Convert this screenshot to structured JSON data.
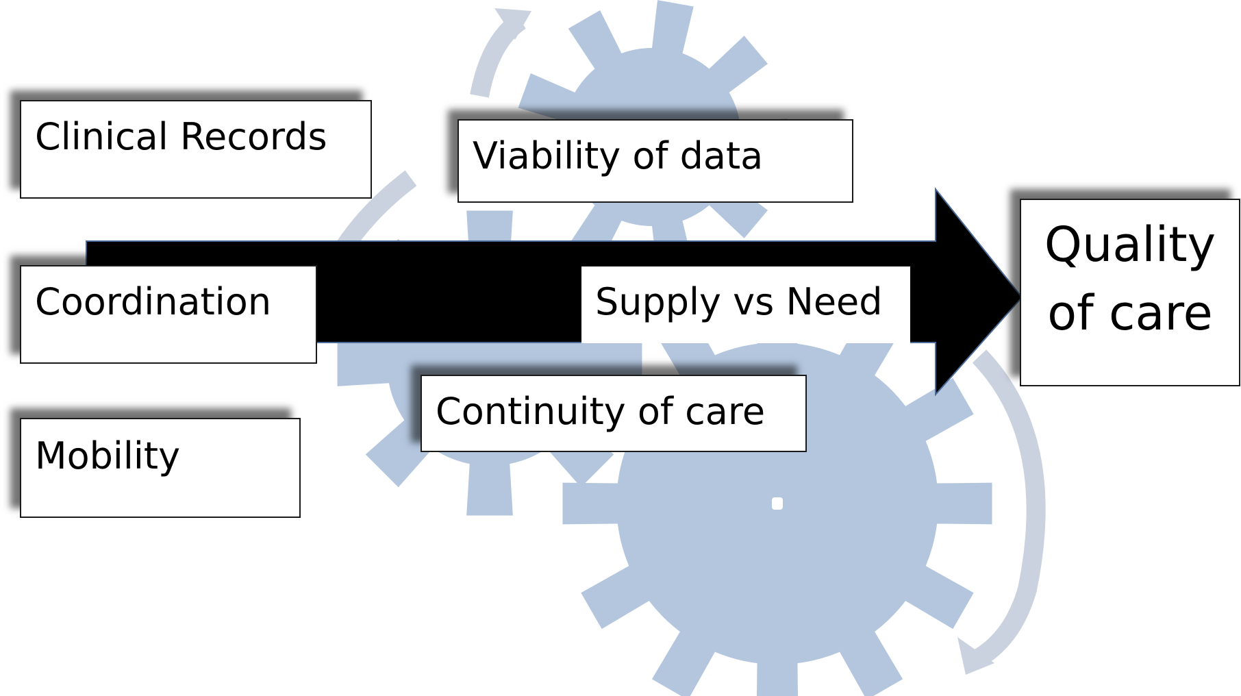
{
  "diagram": {
    "factors": {
      "clinical_records": "Clinical Records",
      "coordination": "Coordination",
      "mobility": "Mobility",
      "viability_of_data": "Viability of data",
      "continuity_of_care": "Continuity of care",
      "supply_vs_need": "Supply vs Need"
    },
    "outcome": {
      "line1": "Quality",
      "line2": "of care"
    },
    "colors": {
      "gear": "#b3c6de",
      "cycle_arrow": "#c9d2de",
      "main_arrow": "#000000",
      "box_border": "#1a1a1a"
    }
  }
}
